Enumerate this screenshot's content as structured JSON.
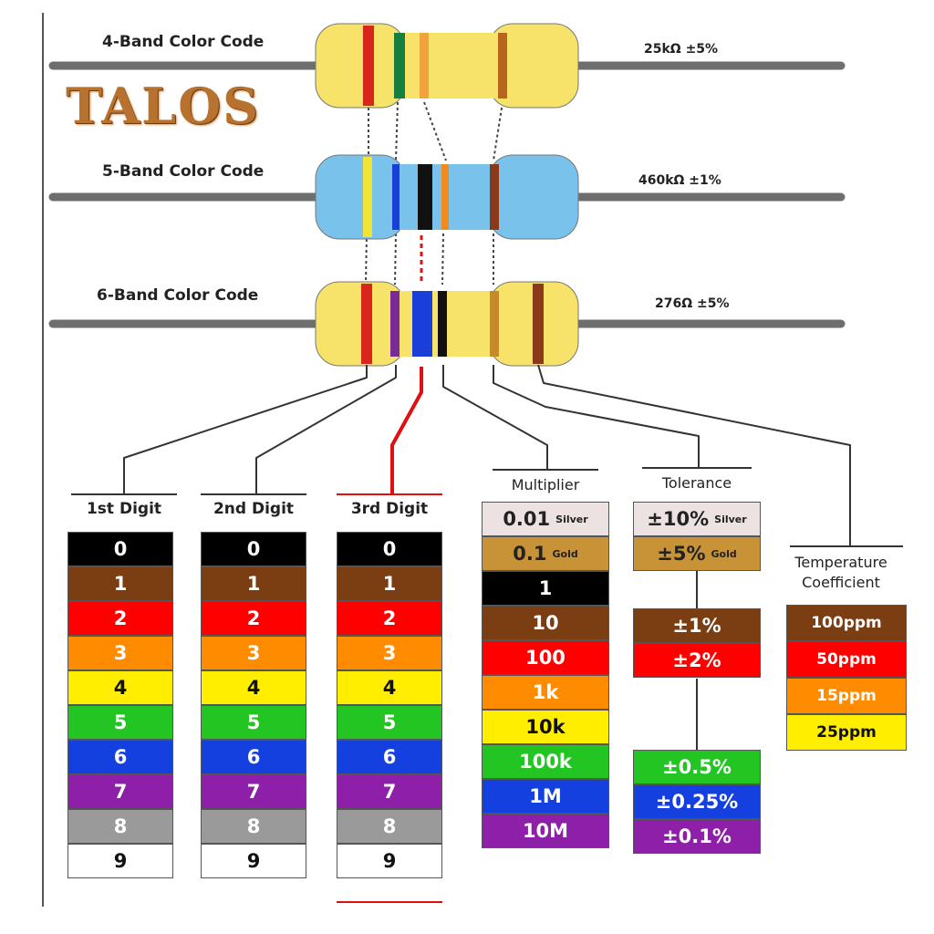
{
  "brand": {
    "name": "TALOS"
  },
  "resistors": [
    {
      "title": "4-Band Color Code",
      "value_label": "25kΩ  ±5%",
      "body_color": "#f7e36a",
      "bands": [
        "#d8261c",
        "#15803d",
        "#f0a33a",
        "#b8651d"
      ]
    },
    {
      "title": "5-Band Color Code",
      "value_label": "460kΩ  ±1%",
      "body_color": "#79c2ec",
      "bands": [
        "#f2e436",
        "#1a3fd8",
        "#111111",
        "#f08a1c",
        "#8a3a18"
      ]
    },
    {
      "title": "6-Band Color Code",
      "value_label": "276Ω  ±5%",
      "body_color": "#f7e36a",
      "bands": [
        "#d8261c",
        "#7a2b9a",
        "#1a3fd8",
        "#111111",
        "#c78a2a",
        "#8a3a18"
      ]
    }
  ],
  "columns": {
    "first_digit": {
      "label": "1st Digit"
    },
    "second_digit": {
      "label": "2nd Digit"
    },
    "third_digit": {
      "label": "3rd Digit"
    },
    "multiplier": {
      "label": "Multiplier"
    },
    "tolerance": {
      "label": "Tolerance"
    },
    "temperature": {
      "label": "Temperature\nCoefficient"
    }
  },
  "digits": [
    {
      "label": "0",
      "bg": "#000000",
      "fg": "#ffffff"
    },
    {
      "label": "1",
      "bg": "#7a3e12",
      "fg": "#ffffff"
    },
    {
      "label": "2",
      "bg": "#ff0000",
      "fg": "#ffffff"
    },
    {
      "label": "3",
      "bg": "#ff8c00",
      "fg": "#ffffff"
    },
    {
      "label": "4",
      "bg": "#ffee00",
      "fg": "#111111"
    },
    {
      "label": "5",
      "bg": "#22c522",
      "fg": "#ffffff"
    },
    {
      "label": "6",
      "bg": "#1440e0",
      "fg": "#ffffff"
    },
    {
      "label": "7",
      "bg": "#8e1fa8",
      "fg": "#ffffff"
    },
    {
      "label": "8",
      "bg": "#9a9a9a",
      "fg": "#ffffff"
    },
    {
      "label": "9",
      "bg": "#ffffff",
      "fg": "#111111"
    }
  ],
  "multiplier": [
    {
      "label": "0.01",
      "sub": "Silver",
      "bg": "#ede2e2",
      "fg": "#222222"
    },
    {
      "label": "0.1",
      "sub": "Gold",
      "bg": "#c89236",
      "fg": "#222222"
    },
    {
      "label": "1",
      "sub": "",
      "bg": "#000000",
      "fg": "#ffffff"
    },
    {
      "label": "10",
      "sub": "",
      "bg": "#7a3e12",
      "fg": "#ffffff"
    },
    {
      "label": "100",
      "sub": "",
      "bg": "#ff0000",
      "fg": "#ffffff"
    },
    {
      "label": "1k",
      "sub": "",
      "bg": "#ff8c00",
      "fg": "#ffffff"
    },
    {
      "label": "10k",
      "sub": "",
      "bg": "#ffee00",
      "fg": "#111111"
    },
    {
      "label": "100k",
      "sub": "",
      "bg": "#22c522",
      "fg": "#ffffff"
    },
    {
      "label": "1M",
      "sub": "",
      "bg": "#1440e0",
      "fg": "#ffffff"
    },
    {
      "label": "10M",
      "sub": "",
      "bg": "#8e1fa8",
      "fg": "#ffffff"
    }
  ],
  "tolerance_top": [
    {
      "label": "±10%",
      "sub": "Silver",
      "bg": "#ede2e2",
      "fg": "#222222"
    },
    {
      "label": "±5%",
      "sub": "Gold",
      "bg": "#c89236",
      "fg": "#222222"
    }
  ],
  "tolerance_mid": [
    {
      "label": "±1%",
      "bg": "#7a3e12",
      "fg": "#ffffff"
    },
    {
      "label": "±2%",
      "bg": "#ff0000",
      "fg": "#ffffff"
    }
  ],
  "tolerance_bottom": [
    {
      "label": "±0.5%",
      "bg": "#22c522",
      "fg": "#ffffff"
    },
    {
      "label": "±0.25%",
      "bg": "#1440e0",
      "fg": "#ffffff"
    },
    {
      "label": "±0.1%",
      "bg": "#8e1fa8",
      "fg": "#ffffff"
    }
  ],
  "temperature": [
    {
      "label": "100ppm",
      "bg": "#7a3e12",
      "fg": "#ffffff"
    },
    {
      "label": "50ppm",
      "bg": "#ff0000",
      "fg": "#ffffff"
    },
    {
      "label": "15ppm",
      "bg": "#ff8c00",
      "fg": "#ffffff"
    },
    {
      "label": "25ppm",
      "bg": "#ffee00",
      "fg": "#111111"
    }
  ],
  "colors": {
    "wire": "#6e6e6e",
    "connector": "#333333",
    "accent_red": "#e01010"
  }
}
